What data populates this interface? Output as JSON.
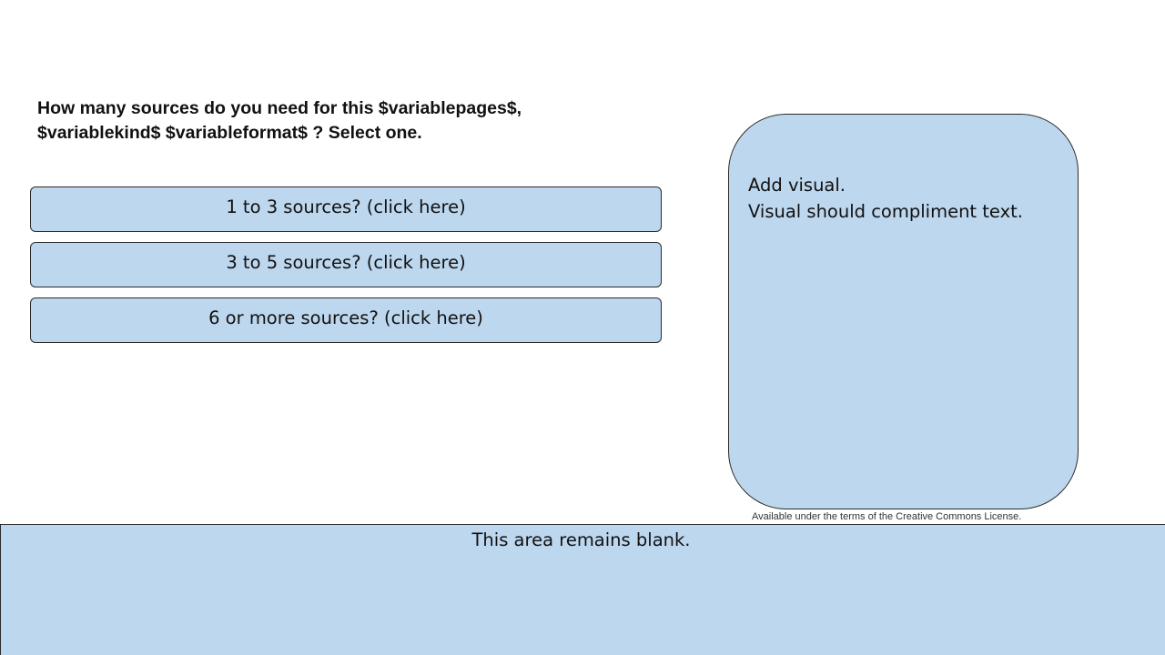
{
  "question": {
    "line1": "How many sources do you need for this $variablepages$,",
    "line2": "$variablekind$  $variableformat$ ?  Select one."
  },
  "options": [
    {
      "label": "1 to 3 sources?  (click here)"
    },
    {
      "label": "3 to 5 sources?  (click here)"
    },
    {
      "label": "6 or more sources?  (click here)"
    }
  ],
  "visual_placeholder": {
    "line1": "Add visual.",
    "line2": "Visual should compliment text."
  },
  "license_note": "Available under the terms of the Creative Commons License.",
  "bottom_area": {
    "text": "This area remains blank."
  },
  "colors": {
    "box_fill": "#bdd7ee",
    "border": "#2b2b2b",
    "text": "#111111"
  }
}
